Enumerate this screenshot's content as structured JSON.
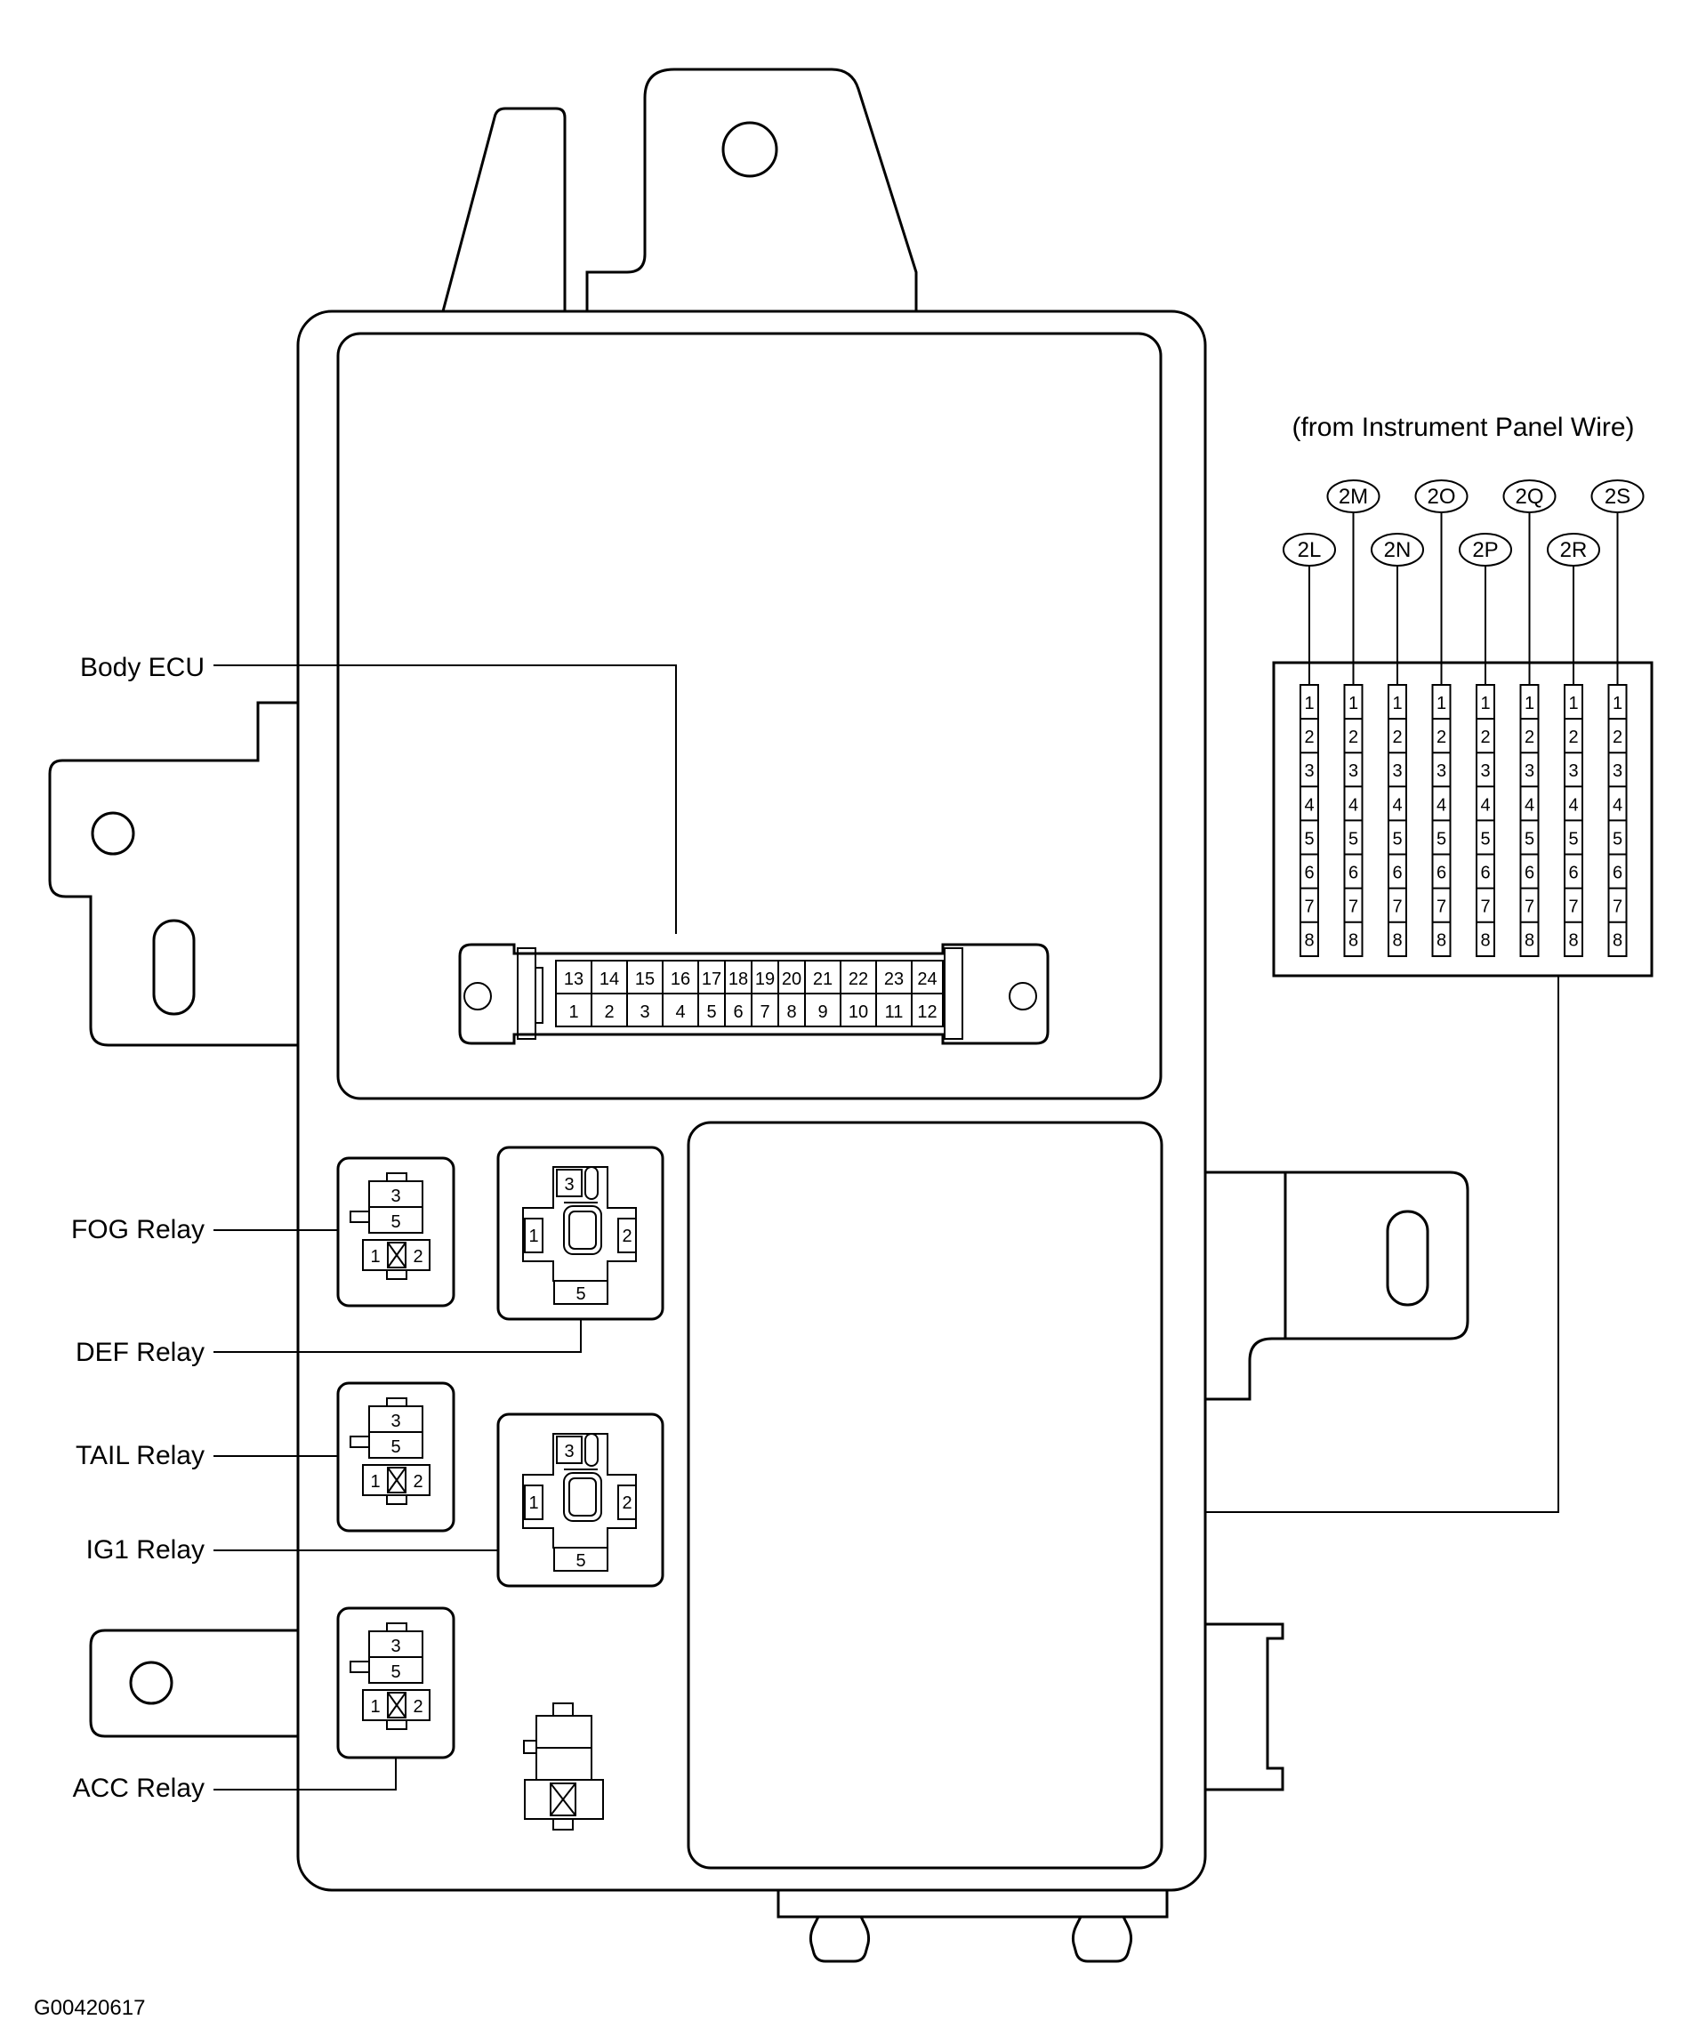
{
  "source_note": "(from Instrument Panel Wire)",
  "image_code": "G00420617",
  "labels": {
    "body_ecu": "Body ECU",
    "fog_relay": "FOG Relay",
    "def_relay": "DEF Relay",
    "tail_relay": "TAIL Relay",
    "ig1_relay": "IG1 Relay",
    "acc_relay": "ACC Relay"
  },
  "connectors": [
    "2L",
    "2M",
    "2N",
    "2O",
    "2P",
    "2Q",
    "2R",
    "2S"
  ],
  "connector_pins": [
    "1",
    "2",
    "3",
    "4",
    "5",
    "6",
    "7",
    "8"
  ],
  "ecu_pins_top": [
    "13",
    "14",
    "15",
    "16",
    "17",
    "18",
    "19",
    "20",
    "21",
    "22",
    "23",
    "24"
  ],
  "ecu_pins_bottom": [
    "1",
    "2",
    "3",
    "4",
    "5",
    "6",
    "7",
    "8",
    "9",
    "10",
    "11",
    "12"
  ],
  "small_relay_pins": {
    "top": "3",
    "middle": "5",
    "left": "1",
    "right": "2"
  },
  "large_relay_pins": {
    "top": "3",
    "left": "1",
    "right": "2",
    "bottom": "5"
  }
}
